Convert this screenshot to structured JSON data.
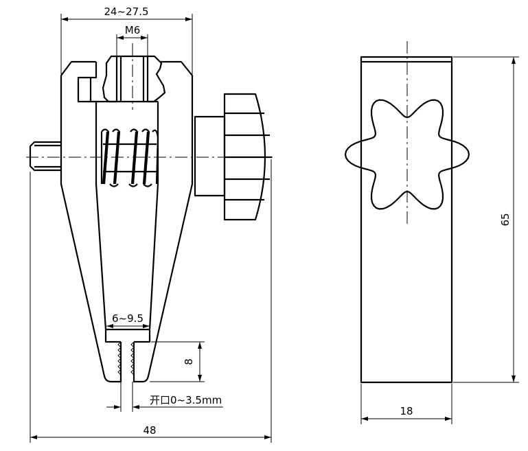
{
  "front_view": {
    "dim_width": "24~27.5",
    "dim_thread": "M6",
    "dim_jaw_inner": "6~9.5",
    "dim_tooth_length": "8",
    "dim_opening": "开口0~3.5mm",
    "dim_total_length": "48"
  },
  "side_view": {
    "dim_height": "65",
    "dim_width": "18"
  }
}
